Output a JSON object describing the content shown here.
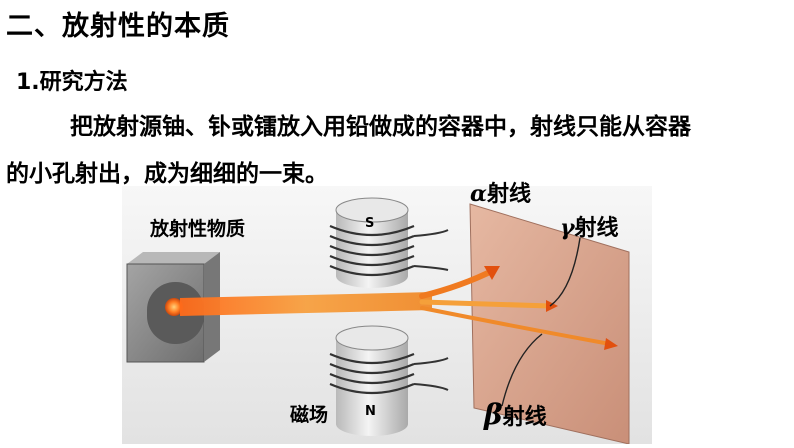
{
  "heading": "二、放射性的本质",
  "section": {
    "title": "1.研究方法",
    "body_line1": "把放射源铀、钋或镭放入用铅做成的容器中，射线只能从容器",
    "body_line2": "的小孔射出，成为细细的一束。"
  },
  "figure": {
    "source_label": "放射性物质",
    "magnet_label": "磁场",
    "pole_top": "S",
    "pole_bottom": "N",
    "alpha": {
      "symbol": "α",
      "text": "射线"
    },
    "gamma": {
      "symbol": "γ",
      "text": "射线"
    },
    "beta": {
      "symbol": "β",
      "text": "射线"
    },
    "colors": {
      "beam": "#f08a2a",
      "screen": "#d9a890",
      "lead": "#8c8c8c"
    }
  }
}
